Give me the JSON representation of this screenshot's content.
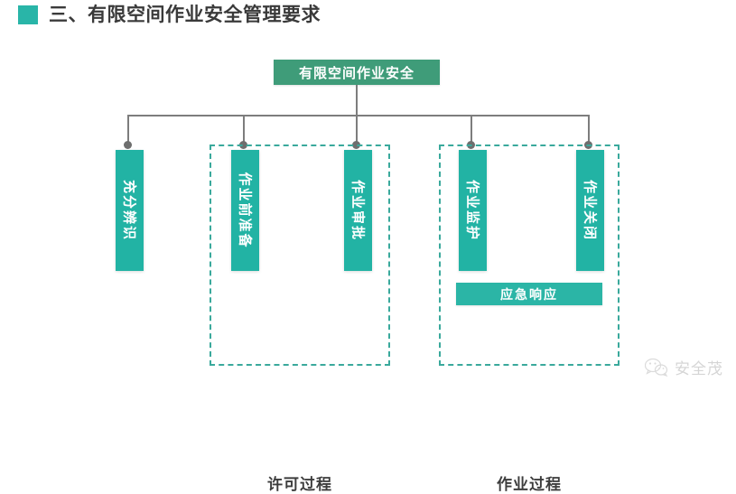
{
  "heading": {
    "bullet_color": "#29b5a8",
    "text": "三、有限空间作业安全管理要求"
  },
  "diagram": {
    "root": {
      "label": "有限空间作业安全",
      "color": "#3f9c79"
    },
    "node_color": "#22b3a4",
    "group_border_color": "#3aa99c",
    "connector_color": "#7d7d7d",
    "nodes": [
      {
        "id": "node-1",
        "label": "充分辨识"
      },
      {
        "id": "node-2",
        "label": "作业前准备"
      },
      {
        "id": "node-3",
        "label": "作业审批"
      },
      {
        "id": "node-4",
        "label": "作业监护"
      },
      {
        "id": "node-5",
        "label": "作业关闭"
      }
    ],
    "groups": [
      {
        "id": "group-permit",
        "label": "许可过程"
      },
      {
        "id": "group-process",
        "label": "作业过程"
      }
    ],
    "emergency": {
      "label": "应急响应",
      "color": "#2bb5a6"
    }
  },
  "watermark": {
    "text": "安全茂",
    "icon": "wechat-logo-icon"
  }
}
